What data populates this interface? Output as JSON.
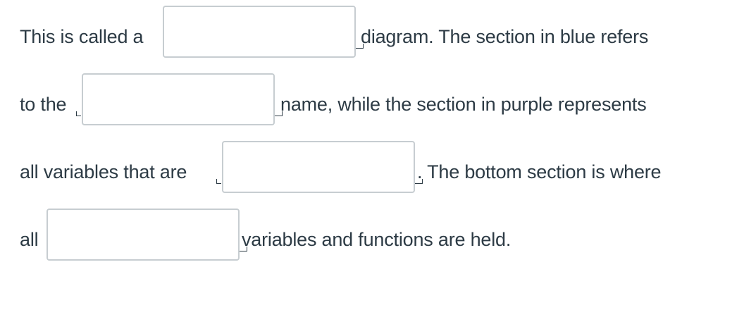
{
  "question": {
    "line1": {
      "before": "This is called a",
      "blank_value": "",
      "after": "diagram. The section in blue refers"
    },
    "line2": {
      "before": "to the",
      "blank_value": "",
      "after": "name, while the section in purple represents"
    },
    "line3": {
      "before": "all variables that are",
      "blank_value": "",
      "after": ". The bottom section is where"
    },
    "line4": {
      "before": "all",
      "blank_value": "",
      "after": "variables and functions are held."
    }
  }
}
